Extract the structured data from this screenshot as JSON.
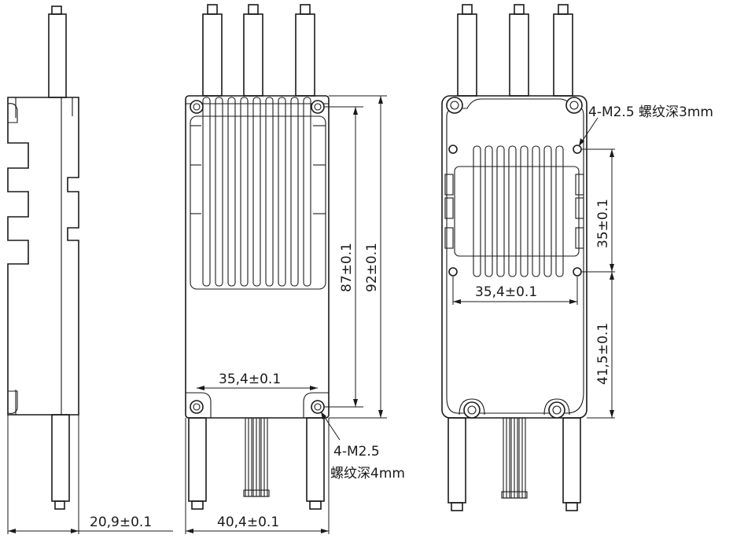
{
  "labels": {
    "side_width": "20,9±0.1",
    "front_width": "40,4±0.1",
    "front_hole_spacing": "35,4±0.1",
    "front_inner_height": "87±0.1",
    "front_total_height": "92±0.1",
    "front_thread_spec": "4-M2.5",
    "front_thread_depth": "螺纹深4mm",
    "back_thread_spec": "4-M2.5 螺纹深3mm",
    "back_hole_spacing": "35,4±0.1",
    "back_vertical_spacing": "35±0.1",
    "back_bottom_spacing": "41,5±0.1"
  }
}
